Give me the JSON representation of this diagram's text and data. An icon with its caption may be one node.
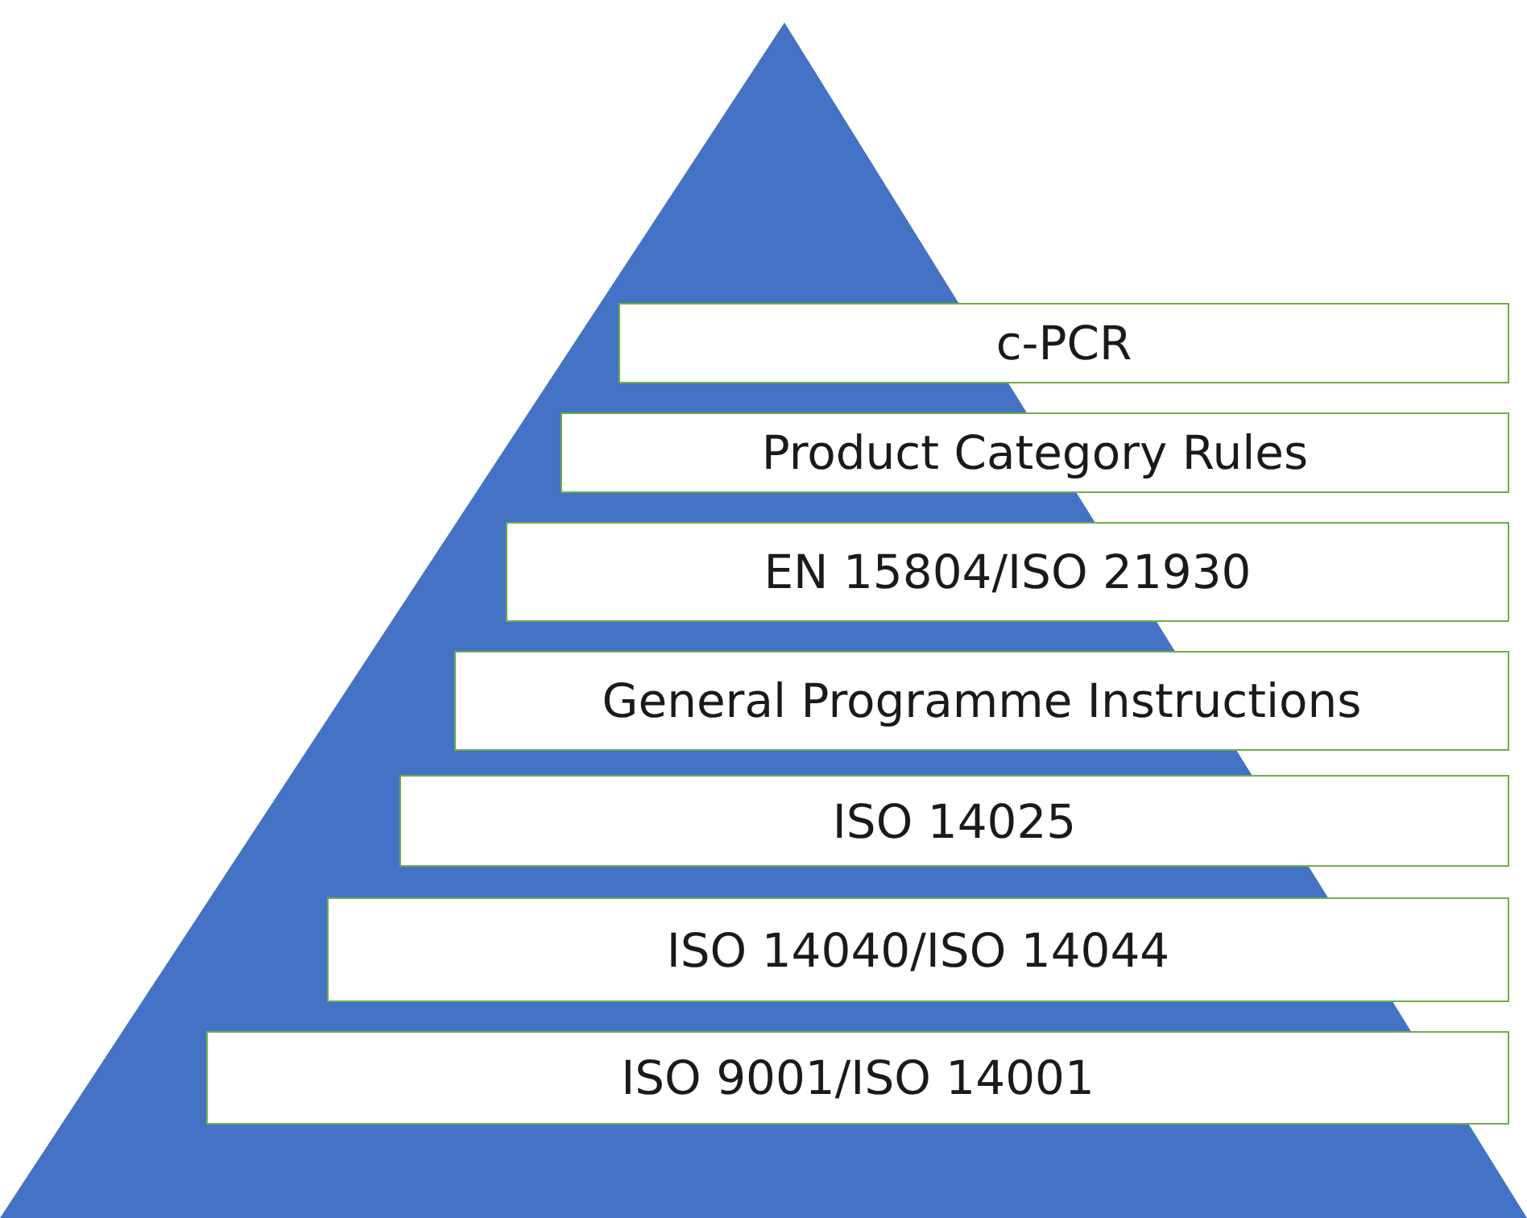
{
  "diagram": {
    "nodes": [
      {
        "text": [
          "c-PCR"
        ]
      },
      {
        "text": [
          "Product Category Rules"
        ]
      },
      {
        "text": [
          "EN 15804/ISO 21930"
        ]
      },
      {
        "text": [
          "General Programme Instructions"
        ]
      },
      {
        "text": [
          "ISO 14025"
        ]
      },
      {
        "text": [
          "ISO 14040/ISO 14044"
        ]
      },
      {
        "text": [
          "ISO 9001/ISO 14001"
        ]
      }
    ]
  }
}
